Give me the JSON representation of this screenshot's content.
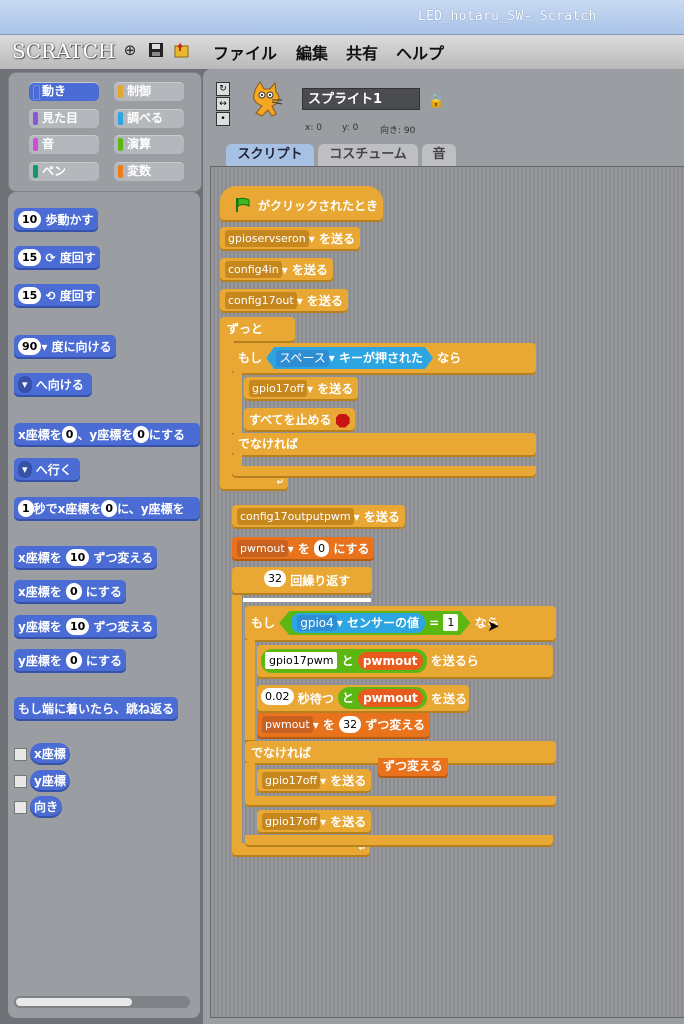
{
  "window": {
    "title": "LED_hotaru_SW- Scratch"
  },
  "app": {
    "logo": "SCRATCH"
  },
  "menu": {
    "items": [
      "ファイル",
      "編集",
      "共有",
      "ヘルプ"
    ]
  },
  "categories": [
    {
      "label": "動き",
      "color": "#4a6cd4",
      "selected": true
    },
    {
      "label": "制御",
      "color": "#e6a82c"
    },
    {
      "label": "見た目",
      "color": "#8a55d7"
    },
    {
      "label": "調べる",
      "color": "#2ca5e2"
    },
    {
      "label": "音",
      "color": "#cf4ad9"
    },
    {
      "label": "演算",
      "color": "#5cb712"
    },
    {
      "label": "ペン",
      "color": "#0e9a6c"
    },
    {
      "label": "変数",
      "color": "#ee7d16"
    }
  ],
  "palette": {
    "move": {
      "n": "10",
      "t": "歩動かす"
    },
    "turn_right": {
      "n": "15",
      "t": "度回す"
    },
    "turn_left": {
      "n": "15",
      "t": "度回す"
    },
    "point_dir": {
      "n": "90",
      "t": "度に向ける"
    },
    "point_to": {
      "t": "へ向ける"
    },
    "goto_xy": {
      "a": "x座標を",
      "x": "0",
      "b": "、y座標を",
      "y": "0",
      "c": "にする"
    },
    "goto": {
      "t": "へ行く"
    },
    "glide": {
      "n": "1",
      "a": "秒でx座標を",
      "x": "0",
      "b": "に、y座標を"
    },
    "change_x": {
      "a": "x座標を",
      "n": "10",
      "b": "ずつ変える"
    },
    "set_x": {
      "a": "x座標を",
      "n": "0",
      "b": "にする"
    },
    "change_y": {
      "a": "y座標を",
      "n": "10",
      "b": "ずつ変える"
    },
    "set_y": {
      "a": "y座標を",
      "n": "0",
      "b": "にする"
    },
    "bounce": {
      "t": "もし端に着いたら、跳ね返る"
    },
    "xpos": {
      "t": "x座標"
    },
    "ypos": {
      "t": "y座標"
    },
    "direction": {
      "t": "向き"
    }
  },
  "sprite": {
    "name": "スプライト1",
    "x_label": "x: 0",
    "y_label": "y: 0",
    "dir_label": "向き: 90"
  },
  "tabs": [
    "スクリプト",
    "コスチューム",
    "音"
  ],
  "script": {
    "hat": "がクリックされたとき",
    "s1": {
      "d": "gpioservseron",
      "t": "を送る"
    },
    "s2": {
      "d": "config4in",
      "t": "を送る"
    },
    "s3": {
      "d": "config17out",
      "t": "を送る"
    },
    "forever": "ずっと",
    "if1": {
      "a": "もし",
      "key": "スペース",
      "b": "キーが押された",
      "c": "なら"
    },
    "s4": {
      "d": "gpio17off",
      "t": "を送る"
    },
    "stop": "すべてを止める",
    "else1": "でなければ",
    "s5": {
      "d": "config17outputpwm",
      "t": "を送る"
    },
    "setvar": {
      "d": "pwmout",
      "a": "を",
      "n": "0",
      "b": "にする"
    },
    "repeat": {
      "n": "32",
      "t": "回繰り返す"
    },
    "if2": {
      "a": "もし",
      "d": "gpio4",
      "b": "センサーの値",
      "eq": "=",
      "n": "1",
      "c": "なら"
    },
    "join": {
      "w": "gpio17pwm",
      "a": "と",
      "v": "pwmout",
      "t": "を送る",
      "r": "ら"
    },
    "wait": {
      "n": "0.02",
      "t": "秒待つ"
    },
    "join2": {
      "a": "と",
      "v": "pwmout",
      "t": "を送る"
    },
    "changevar": {
      "d": "pwmout",
      "a": "を",
      "n": "32",
      "b": "ずつ変える"
    },
    "else2": "でなければ",
    "ghost": "ずつ変える",
    "s6": {
      "d": "gpio17off",
      "t": "を送る"
    },
    "s7": {
      "d": "gpio17off",
      "t": "を送る"
    }
  }
}
